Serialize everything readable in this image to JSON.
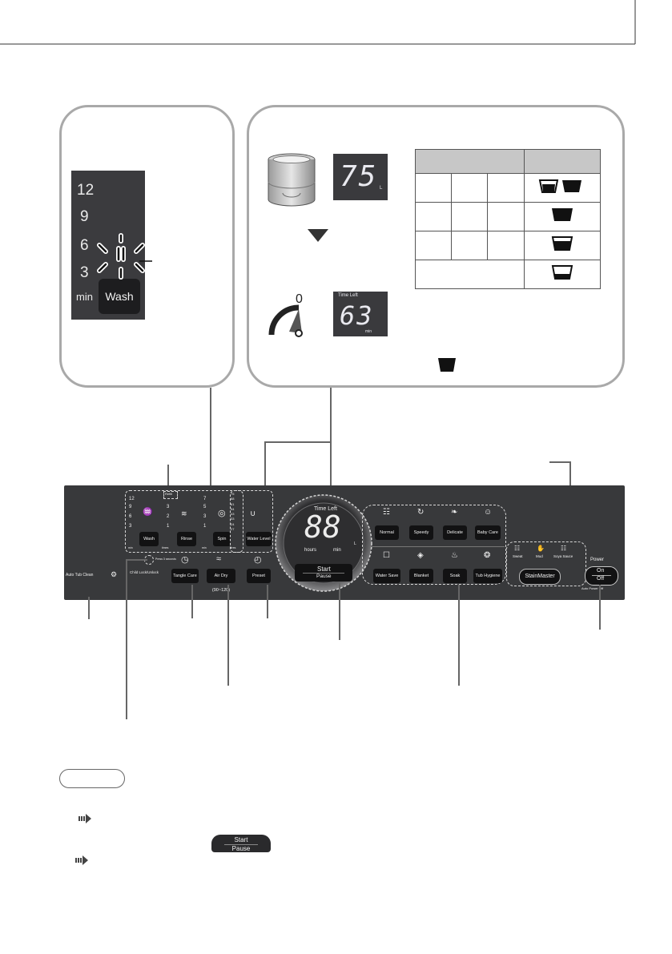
{
  "led_panel": {
    "levels": [
      "12",
      "9",
      "6",
      "3"
    ],
    "unit": "min",
    "button": "Wash"
  },
  "water_display": {
    "value": "75",
    "unit": "L"
  },
  "time_display": {
    "label": "Time Left",
    "value": "63",
    "unit": "min",
    "dial_mark": "0"
  },
  "control_panel": {
    "wash_column": {
      "numbers": [
        "12",
        "9",
        "6",
        "3"
      ],
      "unit": "min",
      "button": "Wash",
      "refill": "Refill"
    },
    "rinse_column": {
      "numbers": [
        "3",
        "2",
        "1"
      ],
      "unit": "times",
      "button": "Rinse"
    },
    "spin_column": {
      "numbers": [
        "7",
        "5",
        "3",
        "1"
      ],
      "unit": "min",
      "button": "Spin"
    },
    "water_level": {
      "numbers": [
        "75",
        "68",
        "61",
        "54",
        "43",
        "33",
        "24",
        "27"
      ],
      "unit": "litres",
      "button": "Water Level"
    },
    "center": {
      "label": "Time Left",
      "digits": "88",
      "hours": "hours",
      "min": "min",
      "unit": "L",
      "start": "Start",
      "pause": "Pause"
    },
    "programs_row1": [
      "Normal",
      "Speedy",
      "Delicate",
      "Baby Care"
    ],
    "programs_row2": [
      "Water Save",
      "Blanket",
      "Soak",
      "Tub Hygiene"
    ],
    "stain": {
      "options": [
        "Sweat",
        "Mud",
        "Soya Sauce"
      ],
      "button": "StainMaster"
    },
    "power": {
      "label": "Power",
      "on": "On",
      "off": "Off",
      "auto": "Auto Power Off"
    },
    "auto_tub_clean": "Auto Tub Clean",
    "child_lock": "Child Lock/Unlock",
    "press_hint": "Press 3 seconds",
    "tangle_care": "Tangle Care",
    "air_dry": "Air Dry",
    "air_dry_sub": "(90~120)",
    "preset": "Preset"
  },
  "start_pill": {
    "line1": "Start",
    "line2": "Pause"
  },
  "colors": {
    "panel": "#38393b",
    "button": "#121213",
    "callout_border": "#a9a9a9",
    "table_header": "#c7c7c7"
  }
}
